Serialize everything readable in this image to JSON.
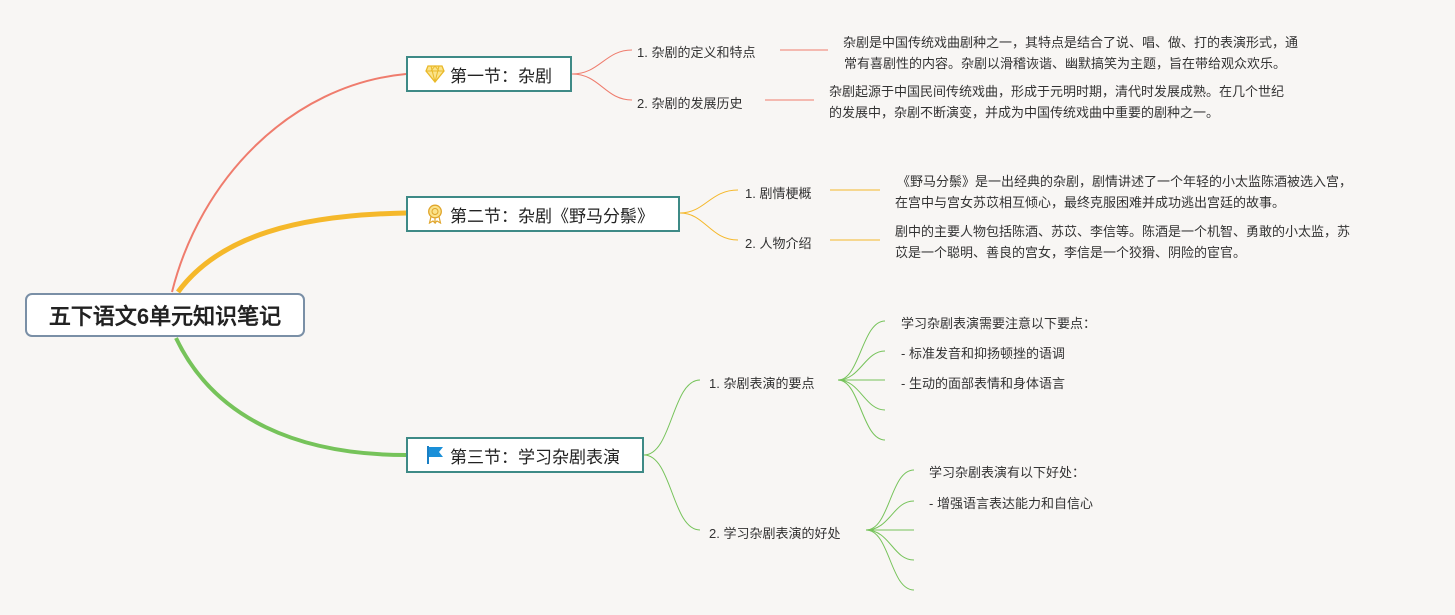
{
  "root": {
    "label": "五下语文6单元知识笔记"
  },
  "sections": [
    {
      "label": "第一节：杂剧",
      "icon": "diamond-icon",
      "color": "#ef7c6d",
      "children": [
        {
          "label": "1. 杂剧的定义和特点",
          "text": [
            "杂剧是中国传统戏曲剧种之一，其特点是结合了说、唱、做、打的表演形式，通",
            "常有喜剧性的内容。杂剧以滑稽诙谐、幽默搞笑为主题，旨在带给观众欢乐。"
          ]
        },
        {
          "label": "2. 杂剧的发展历史",
          "text": [
            "杂剧起源于中国民间传统戏曲，形成于元明时期，清代时发展成熟。在几个世纪",
            "的发展中，杂剧不断演变，并成为中国传统戏曲中重要的剧种之一。"
          ]
        }
      ]
    },
    {
      "label": "第二节：杂剧《野马分鬃》",
      "icon": "medal-icon",
      "color": "#f5b82a",
      "children": [
        {
          "label": "1. 剧情梗概",
          "text": [
            "《野马分鬃》是一出经典的杂剧，剧情讲述了一个年轻的小太监陈酒被选入宫，",
            "在宫中与宫女苏苡相互倾心，最终克服困难并成功逃出宫廷的故事。"
          ]
        },
        {
          "label": "2. 人物介绍",
          "text": [
            "剧中的主要人物包括陈酒、苏苡、李信等。陈酒是一个机智、勇敢的小太监，苏",
            "苡是一个聪明、善良的宫女，李信是一个狡猾、阴险的宦官。"
          ]
        }
      ]
    },
    {
      "label": "第三节：学习杂剧表演",
      "icon": "flag-icon",
      "color": "#76c35a",
      "children": [
        {
          "label": "1. 杂剧表演的要点",
          "items": [
            "学习杂剧表演需要注意以下要点：",
            "- 标准发音和抑扬顿挫的语调",
            "- 生动的面部表情和身体语言",
            "",
            ""
          ]
        },
        {
          "label": "2. 学习杂剧表演的好处",
          "items": [
            "学习杂剧表演有以下好处：",
            "- 增强语言表达能力和自信心",
            "",
            "",
            ""
          ]
        }
      ]
    }
  ]
}
